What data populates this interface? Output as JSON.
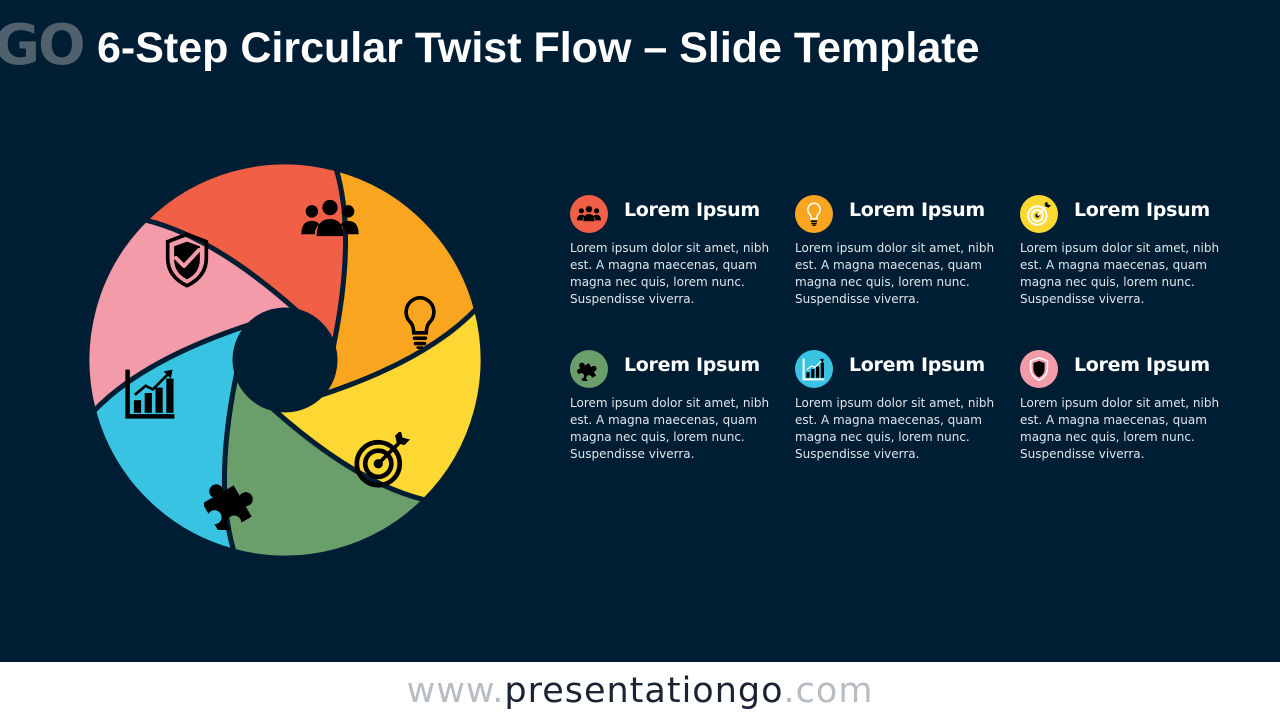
{
  "slide": {
    "logo_fragment": "GO",
    "title": "6-Step Circular Twist Flow – Slide Template"
  },
  "colors": {
    "background": "#001e33",
    "red": "#f15f47",
    "orange": "#f9a51f",
    "yellow": "#fdd832",
    "green": "#6a9e6b",
    "blue": "#37c3e1",
    "pink": "#f49ba9"
  },
  "diagram": {
    "segments": [
      {
        "color": "#f15f47",
        "icon": "people-icon"
      },
      {
        "color": "#f9a51f",
        "icon": "lightbulb-icon"
      },
      {
        "color": "#fdd832",
        "icon": "target-icon"
      },
      {
        "color": "#6a9e6b",
        "icon": "puzzle-icon"
      },
      {
        "color": "#37c3e1",
        "icon": "bar-chart-icon"
      },
      {
        "color": "#f49ba9",
        "icon": "shield-check-icon"
      }
    ]
  },
  "items": [
    {
      "title": "Lorem Ipsum",
      "text": "Lorem ipsum dolor sit amet, nibh est. A magna maecenas, quam magna nec quis, lorem nunc. Suspendisse viverra.",
      "color": "#f15f47",
      "icon": "people-icon"
    },
    {
      "title": "Lorem Ipsum",
      "text": "Lorem ipsum dolor sit amet, nibh est. A magna maecenas, quam magna nec quis, lorem nunc. Suspendisse viverra.",
      "color": "#f9a51f",
      "icon": "lightbulb-icon"
    },
    {
      "title": "Lorem Ipsum",
      "text": "Lorem ipsum dolor sit amet, nibh est. A magna maecenas, quam magna nec quis, lorem nunc. Suspendisse viverra.",
      "color": "#fdd832",
      "icon": "target-icon"
    },
    {
      "title": "Lorem Ipsum",
      "text": "Lorem ipsum dolor sit amet, nibh est. A magna maecenas, quam magna nec quis, lorem nunc. Suspendisse viverra.",
      "color": "#6a9e6b",
      "icon": "puzzle-icon"
    },
    {
      "title": "Lorem Ipsum",
      "text": "Lorem ipsum dolor sit amet, nibh est. A magna maecenas, quam magna nec quis, lorem nunc. Suspendisse viverra.",
      "color": "#37c3e1",
      "icon": "bar-chart-icon"
    },
    {
      "title": "Lorem Ipsum",
      "text": "Lorem ipsum dolor sit amet, nibh est. A magna maecenas, quam magna nec quis, lorem nunc. Suspendisse viverra.",
      "color": "#f49ba9",
      "icon": "shield-x-icon"
    }
  ],
  "footer": {
    "prefix": "www.",
    "brand": "presentationgo",
    "suffix": ".com"
  }
}
